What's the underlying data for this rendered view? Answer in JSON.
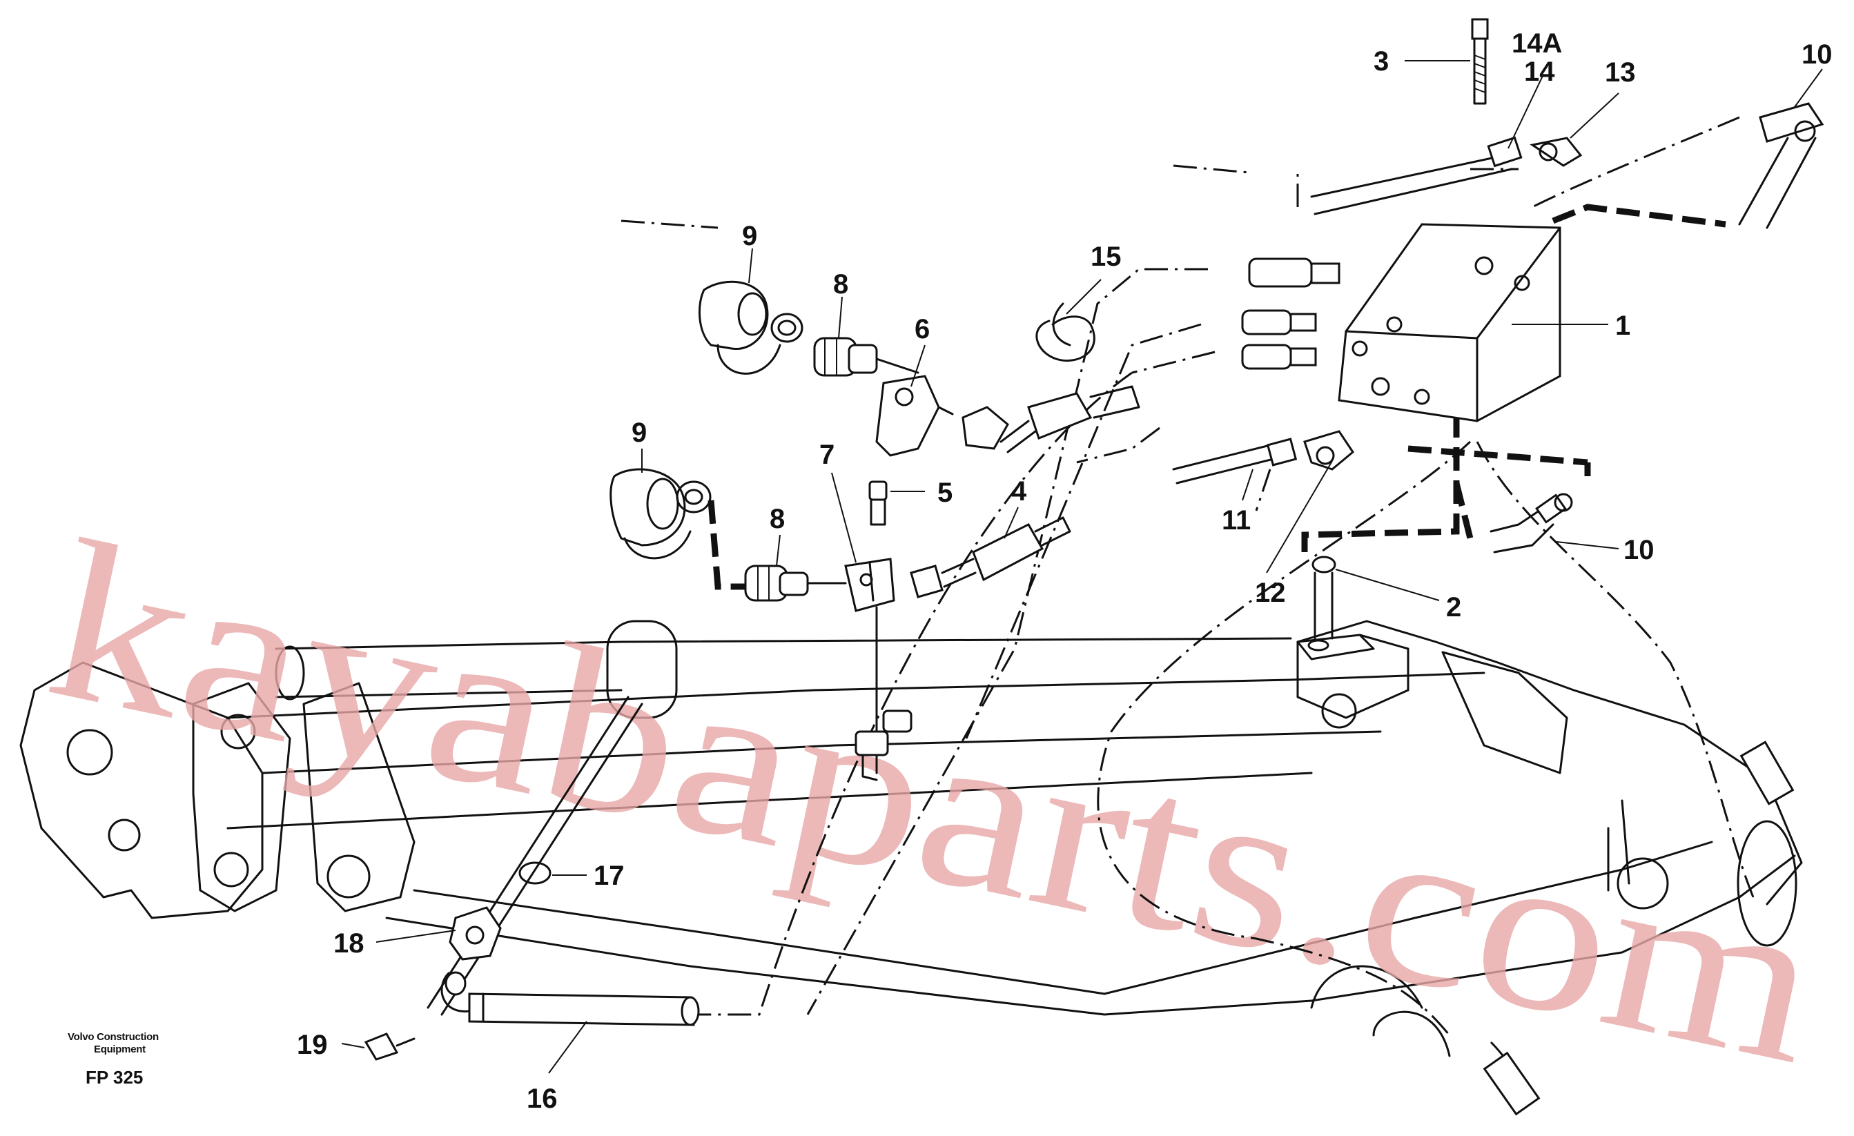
{
  "title": "kayabaparts.com",
  "credit": {
    "line1": "Volvo Construction",
    "line2": "Equipment",
    "figure_code": "FP 325"
  },
  "callouts": [
    {
      "id": "3",
      "text": "3"
    },
    {
      "id": "14A",
      "text": "14A"
    },
    {
      "id": "14",
      "text": "14"
    },
    {
      "id": "13",
      "text": "13"
    },
    {
      "id": "10a",
      "text": "10"
    },
    {
      "id": "9a",
      "text": "9"
    },
    {
      "id": "8a",
      "text": "8"
    },
    {
      "id": "15",
      "text": "15"
    },
    {
      "id": "6",
      "text": "6"
    },
    {
      "id": "1",
      "text": "1"
    },
    {
      "id": "9b",
      "text": "9"
    },
    {
      "id": "7",
      "text": "7"
    },
    {
      "id": "5",
      "text": "5"
    },
    {
      "id": "4",
      "text": "4"
    },
    {
      "id": "8b",
      "text": "8"
    },
    {
      "id": "11",
      "text": "11"
    },
    {
      "id": "10b",
      "text": "10"
    },
    {
      "id": "12",
      "text": "12"
    },
    {
      "id": "2",
      "text": "2"
    },
    {
      "id": "17",
      "text": "17"
    },
    {
      "id": "18",
      "text": "18"
    },
    {
      "id": "19",
      "text": "19"
    },
    {
      "id": "16",
      "text": "16"
    }
  ]
}
